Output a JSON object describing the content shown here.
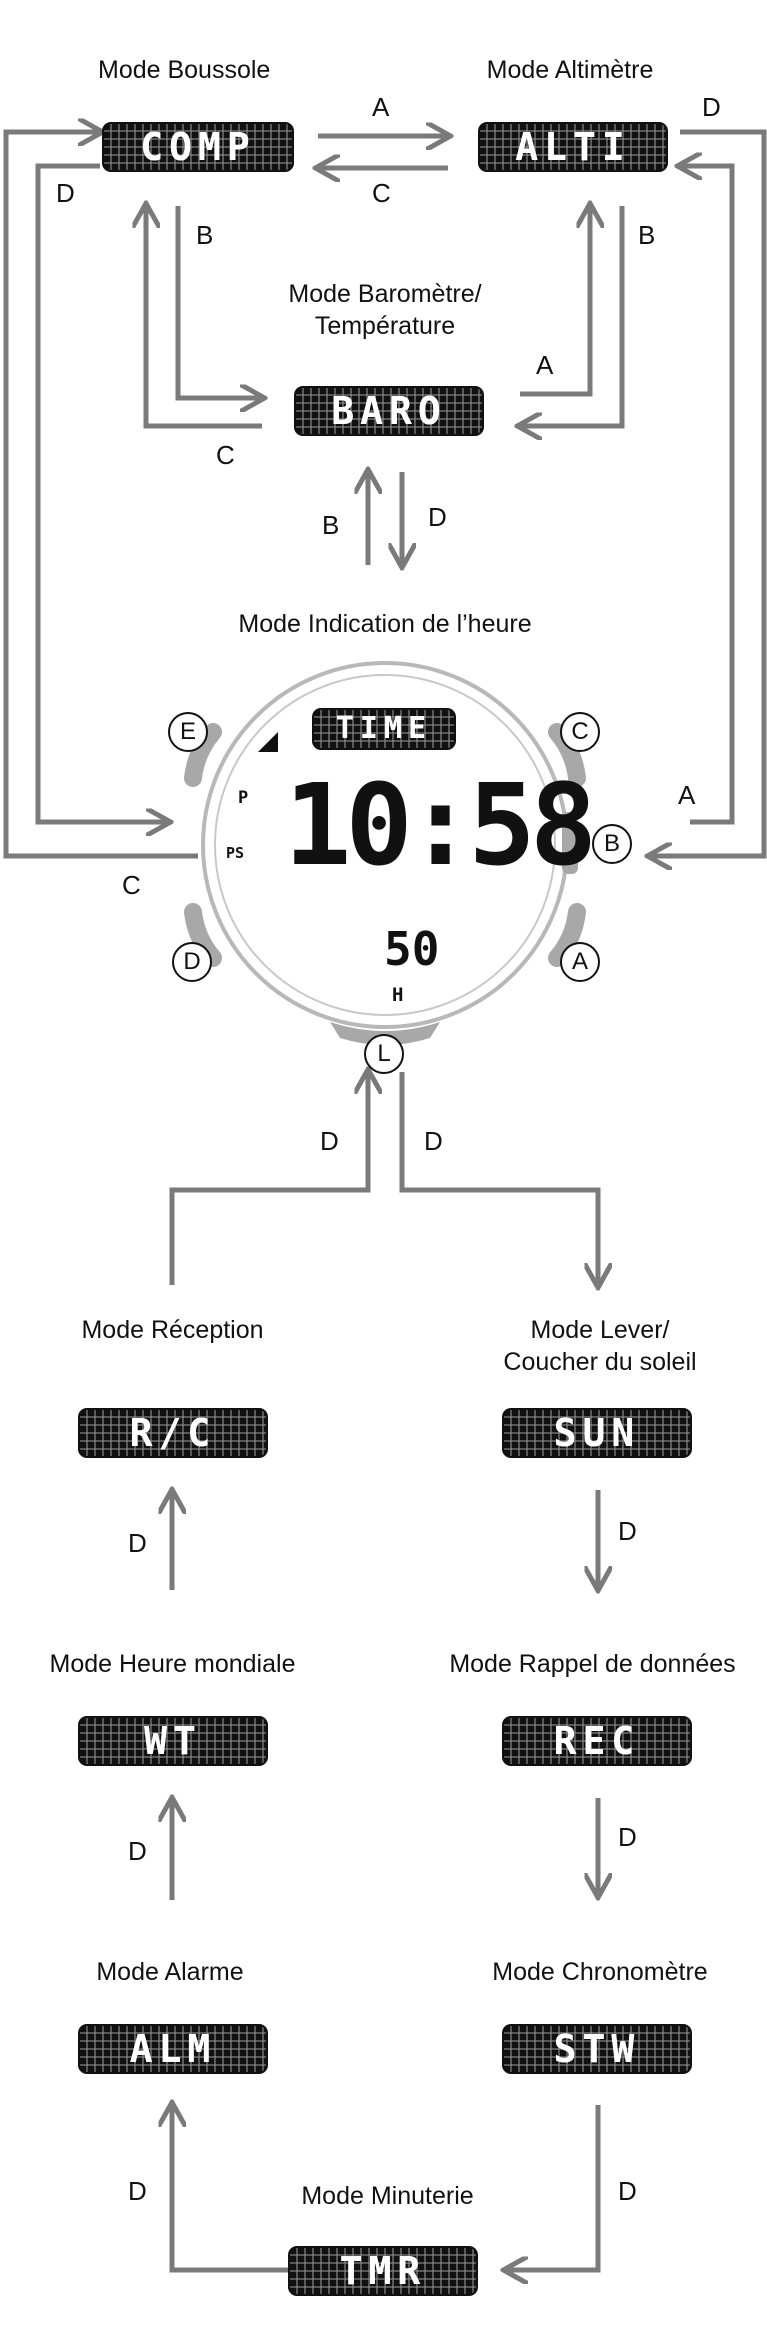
{
  "labels": {
    "compass": "Mode Boussole",
    "altimeter": "Mode Altimètre",
    "barometer_1": "Mode Baromètre/",
    "barometer_2": "Température",
    "timekeeping": "Mode Indication de l’heure",
    "reception": "Mode Réception",
    "sunrise_1": "Mode Lever/",
    "sunrise_2": "Coucher du soleil",
    "world_time": "Mode Heure mondiale",
    "data_recall": "Mode Rappel de données",
    "alarm": "Mode Alarme",
    "stopwatch": "Mode Chronomètre",
    "timer": "Mode Minuterie"
  },
  "lcd": {
    "comp": "COMP",
    "alti": "ALTI",
    "baro": "BARO",
    "time": "TIME",
    "rc": "R/C",
    "sun": "SUN",
    "wt": "WT",
    "rec": "REC",
    "alm": "ALM",
    "stw": "STW",
    "tmr": "TMR"
  },
  "watch": {
    "time": "10:58",
    "seconds": "50",
    "p": "P",
    "ps": "PS",
    "h": "H"
  },
  "buttons": {
    "a": "A",
    "b": "B",
    "c": "C",
    "d": "D",
    "e": "E",
    "l": "L"
  },
  "keys": {
    "a": "A",
    "b": "B",
    "c": "C",
    "d": "D"
  },
  "colors": {
    "arrow": "#7a7a7a",
    "lcd": "#111111",
    "bezel": "#b0b0b0"
  }
}
